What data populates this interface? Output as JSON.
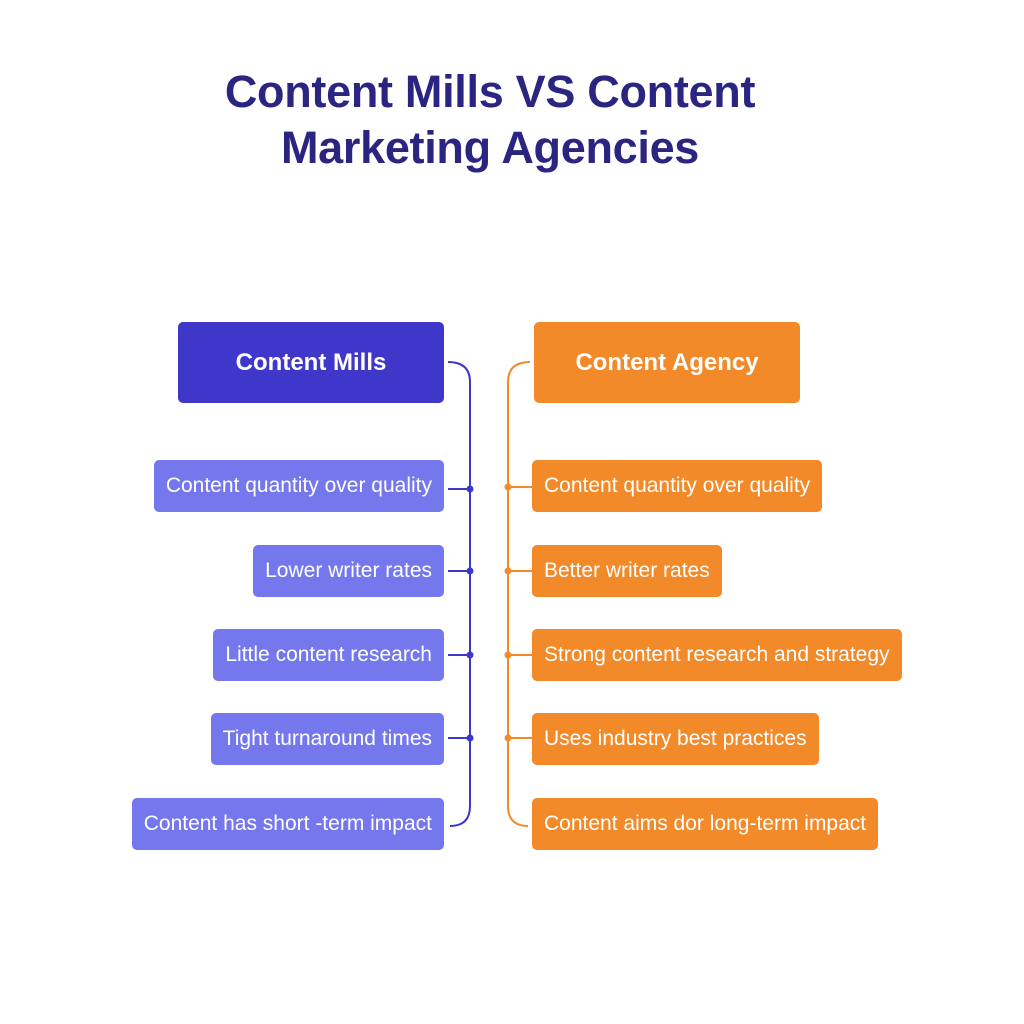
{
  "title": {
    "line1": "Content Mills VS Content",
    "line2": "Marketing Agencies"
  },
  "colors": {
    "title": "#2a2580",
    "mills_header": "#3f37c9",
    "mills_item": "#7478ec",
    "agency": "#f28a2a"
  },
  "left": {
    "header": "Content Mills",
    "items": [
      "Content quantity over quality",
      "Lower writer rates",
      "Little content research",
      "Tight turnaround times",
      "Content has short -term impact"
    ]
  },
  "right": {
    "header": "Content Agency",
    "items": [
      "Content quantity over quality",
      "Better writer rates",
      "Strong content research and strategy",
      "Uses industry best practices",
      "Content aims dor long-term impact"
    ]
  }
}
